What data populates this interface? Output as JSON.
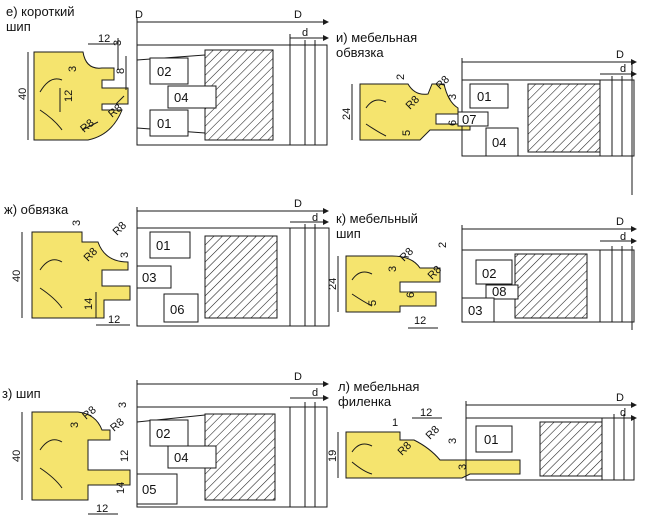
{
  "colors": {
    "workpiece": "#f5e46e",
    "line": "#1a1a1a",
    "background": "#ffffff"
  },
  "panels": {
    "e": {
      "title_lines": [
        "е) короткий",
        "шип"
      ],
      "dims": [
        "12",
        "3",
        "3",
        "8",
        "40",
        "12",
        "R8",
        "R8"
      ],
      "cutters": [
        "02",
        "04",
        "01"
      ],
      "axis": [
        "D",
        "d"
      ]
    },
    "zh": {
      "title_lines": [
        "ж) обвязка"
      ],
      "dims": [
        "3",
        "R8",
        "R8",
        "3",
        "40",
        "14",
        "12"
      ],
      "cutters": [
        "01",
        "03",
        "06"
      ],
      "axis": [
        "D",
        "d"
      ]
    },
    "z": {
      "title_lines": [
        "з) шип"
      ],
      "dims": [
        "R8",
        "3",
        "R8",
        "3",
        "40",
        "12",
        "14",
        "12"
      ],
      "cutters": [
        "02",
        "04",
        "05"
      ],
      "axis": [
        "D",
        "d"
      ]
    },
    "i": {
      "title_lines": [
        "и) мебельная",
        "обвязка"
      ],
      "dims": [
        "R8",
        "2",
        "R8",
        "3",
        "24",
        "6",
        "5"
      ],
      "cutters": [
        "01",
        "07",
        "04"
      ],
      "axis": [
        "D",
        "d"
      ]
    },
    "k": {
      "title_lines": [
        "к) мебельный",
        "шип"
      ],
      "dims": [
        "2",
        "R8",
        "R8",
        "3",
        "24",
        "6",
        "5",
        "12"
      ],
      "cutters": [
        "02",
        "08",
        "03"
      ],
      "axis": [
        "D",
        "d"
      ]
    },
    "l": {
      "title_lines": [
        "л) мебельная",
        "филенка"
      ],
      "dims": [
        "12",
        "1",
        "R8",
        "R8",
        "3",
        "19",
        "3"
      ],
      "cutters": [
        "01"
      ],
      "axis": [
        "D",
        "d"
      ]
    }
  }
}
